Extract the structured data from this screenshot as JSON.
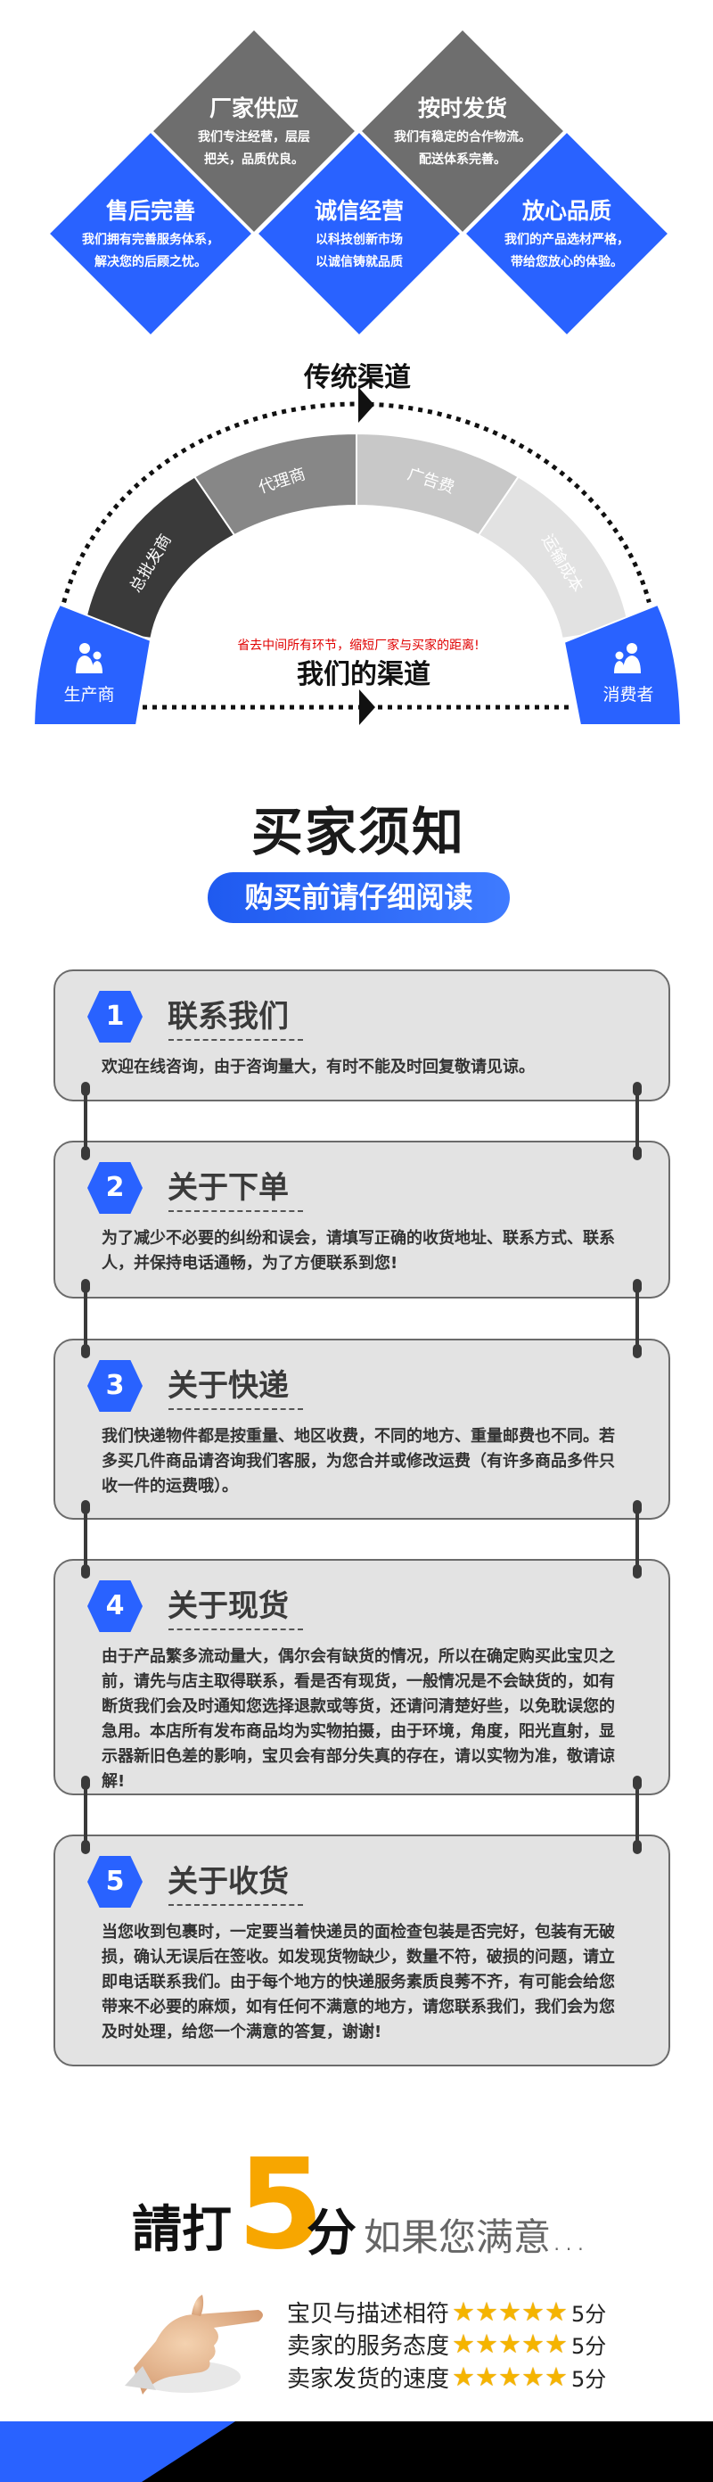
{
  "features": {
    "top": [
      {
        "title": "厂家供应",
        "desc": [
          "我们专注经营，层层",
          "把关，品质优良。"
        ]
      },
      {
        "title": "按时发货",
        "desc": [
          "我们有稳定的合作物流。",
          "配送体系完善。"
        ]
      }
    ],
    "bottom": [
      {
        "title": "售后完善",
        "desc": [
          "我们拥有完善服务体系，",
          "解决您的后顾之忧。"
        ]
      },
      {
        "title": "诚信经营",
        "desc": [
          "以科技创新市场",
          "以诚信铸就品质"
        ]
      },
      {
        "title": "放心品质",
        "desc": [
          "我们的产品选材严格，",
          "带给您放心的体验。"
        ]
      }
    ],
    "colors": {
      "gray": "#6e6e6e",
      "blue": "#2962ff"
    }
  },
  "channel": {
    "traditional_title": "传统渠道",
    "segments": [
      "总批发商",
      "代理商",
      "广告费",
      "运输成本"
    ],
    "producer": "生产商",
    "consumer": "消费者",
    "slogan": "省去中间所有环节，缩短厂家与买家的距离!",
    "our_title": "我们的渠道",
    "slogan_color": "#e00000"
  },
  "notice": {
    "title": "买家须知",
    "subtitle": "购买前请仔细阅读",
    "items": [
      {
        "num": "1",
        "title": "联系我们",
        "body": "欢迎在线咨询，由于咨询量大，有时不能及时回复敬请见谅。"
      },
      {
        "num": "2",
        "title": "关于下单",
        "body": "为了减少不必要的纠纷和误会，请填写正确的收货地址、联系方式、联系人，并保持电话通畅，为了方便联系到您!"
      },
      {
        "num": "3",
        "title": "关于快递",
        "body": "我们快递物件都是按重量、地区收费，不同的地方、重量邮费也不同。若多买几件商品请咨询我们客服，为您合并或修改运费（有许多商品多件只收一件的运费哦）。"
      },
      {
        "num": "4",
        "title": "关于现货",
        "body": "由于产品繁多流动量大，偶尔会有缺货的情况，所以在确定购买此宝贝之前，请先与店主取得联系，看是否有现货，一般情况是不会缺货的，如有断货我们会及时通知您选择退款或等货，还请问清楚好些，以免耽误您的急用。本店所有发布商品均为实物拍摄，由于环境，角度，阳光直射，显示器新旧色差的影响，宝贝会有部分失真的存在，请以实物为准，敬请谅解!"
      },
      {
        "num": "5",
        "title": "关于收货",
        "body": "当您收到包裹时，一定要当着快递员的面检查包装是否完好，包装有无破损，确认无误后在签收。如发现货物缺少，数量不符，破损的问题，请立即电话联系我们。由于每个地方的快递服务素质良莠不齐，有可能会给您带来不必要的麻烦，如有任何不满意的地方，请您联系我们，我们会为您及时处理，给您一个满意的答复，谢谢!"
      }
    ]
  },
  "rating": {
    "headline_a": "請打",
    "headline_num": "5",
    "headline_b": "分",
    "headline_c": "如果您满意...",
    "rows": [
      {
        "label": "宝贝与描述相符",
        "stars": 5,
        "score": "5分"
      },
      {
        "label": "卖家的服务态度",
        "stars": 5,
        "score": "5分"
      },
      {
        "label": "卖家发货的速度",
        "stars": 5,
        "score": "5分"
      }
    ],
    "accent": "#f7a600"
  }
}
